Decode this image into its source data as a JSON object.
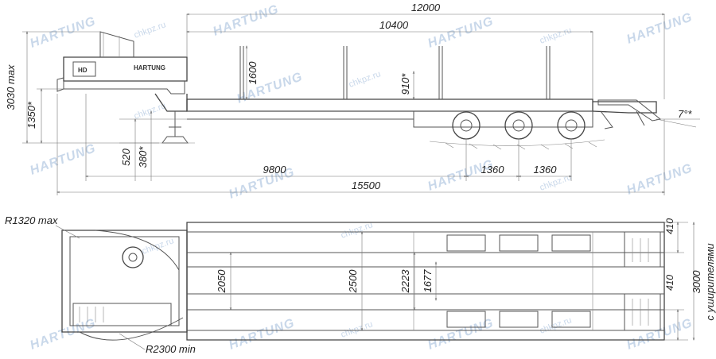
{
  "watermark": {
    "brand": "HARTUNG",
    "site": "chkpz.ru",
    "color": "#c9d8ea"
  },
  "trailer_logo": "HARTUNG",
  "side_view": {
    "dims": {
      "overall_length": "12000",
      "deck_length": "10400",
      "stake_height": "1600",
      "neck_drop": "910*",
      "total_height": "3030 max",
      "coupling_height": "1350*",
      "landing_leg_min": "520",
      "deck_height": "380*",
      "kingpin_to_axle": "9800",
      "axle_spacing_1": "1360",
      "axle_spacing_2": "1360",
      "total_length": "15500",
      "ramp_angle": "7°*"
    }
  },
  "top_view": {
    "dims": {
      "turn_radius_front": "R1320 max",
      "turn_radius_rear": "R2300 min",
      "gooseneck_width": "2050",
      "deck_width": "2500",
      "inner_width": "2223",
      "beam_spacing": "1677",
      "ramp_width_1": "410",
      "ramp_width_2": "410",
      "width_with_extensions": "3000",
      "extensions_note": "с уширителями"
    }
  }
}
